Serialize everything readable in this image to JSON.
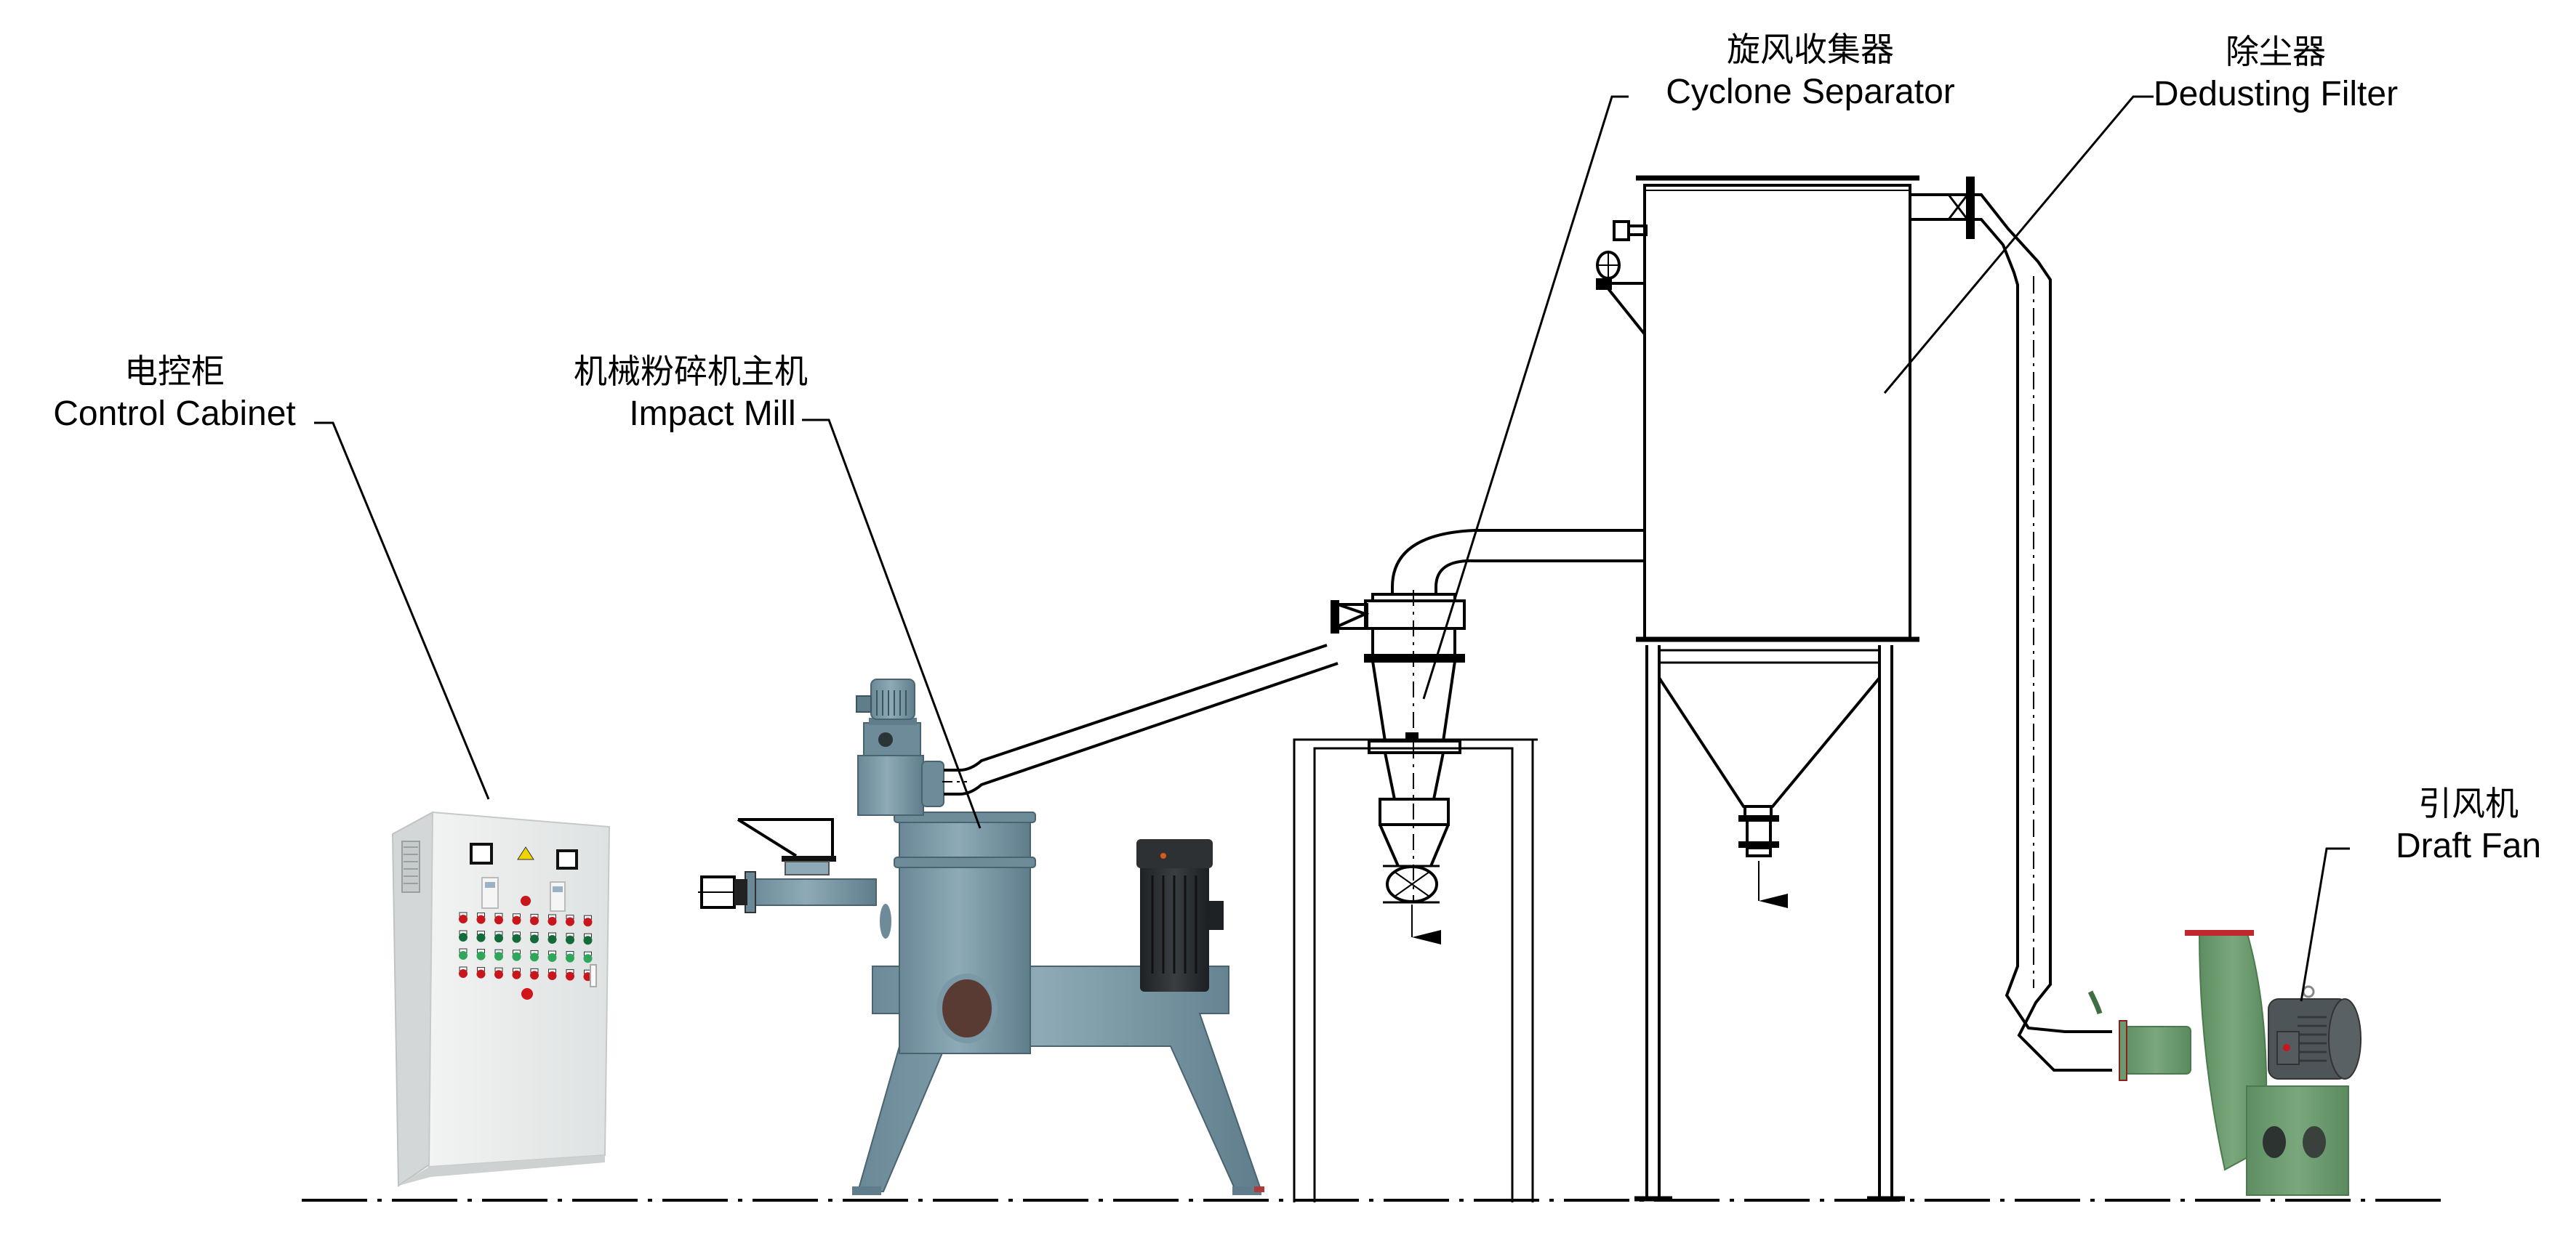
{
  "labels": {
    "control_cabinet": {
      "zh": "电控柜",
      "en": "Control Cabinet"
    },
    "impact_mill": {
      "zh": "机械粉碎机主机",
      "en": "Impact Mill"
    },
    "cyclone_separator": {
      "zh": "旋风收集器",
      "en": "Cyclone Separator"
    },
    "dedusting_filter": {
      "zh": "除尘器",
      "en": "Dedusting Filter"
    },
    "draft_fan": {
      "zh": "引风机",
      "en": "Draft Fan"
    }
  },
  "colors": {
    "cabinet_body": "#e6e8e8",
    "cabinet_side": "#d3d6d6",
    "mill_body": "#7b98a6",
    "mill_dark": "#5d7a88",
    "motor_black": "#2a2d2f",
    "fan_green": "#6c9a6f",
    "fan_motor": "#4e5558",
    "lamp_red": "#c8161d",
    "lamp_green": "#146b3a",
    "button_green": "#2fa65a",
    "line": "#000000"
  }
}
